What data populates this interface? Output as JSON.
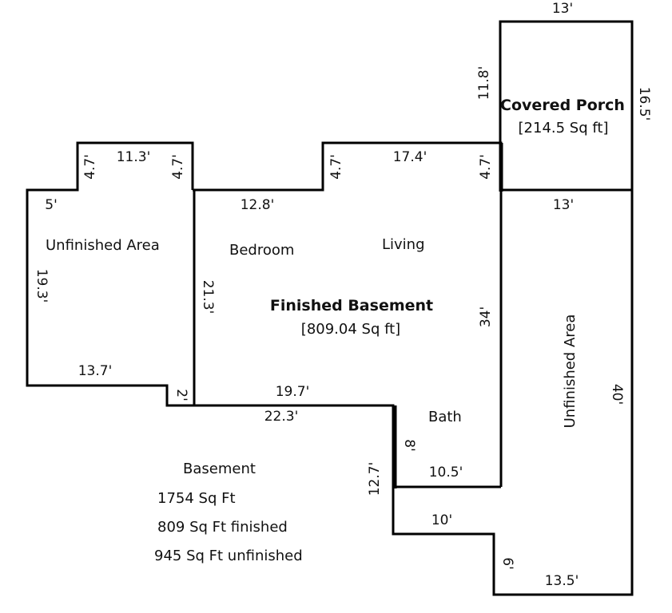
{
  "plan": {
    "rooms": {
      "unfinished_left": "Unfinished Area",
      "bedroom": "Bedroom",
      "living": "Living",
      "bath": "Bath",
      "unfinished_right": "Unfinished Area"
    },
    "finished": {
      "title": "Finished Basement",
      "area": "[809.04 Sq ft]"
    },
    "porch": {
      "title": "Covered Porch",
      "area": "[214.5 Sq ft]"
    },
    "summary": {
      "title": "Basement",
      "total": "1754 Sq Ft",
      "finished": "809 Sq Ft finished",
      "unfinished": "945 Sq Ft unfinished"
    },
    "dimensions": {
      "porch_top": "13'",
      "porch_left": "11.8'",
      "porch_right": "16.5'",
      "porch_bottom": "13'",
      "left_notch_top": "11.3'",
      "left_notch_left": "4.7'",
      "left_notch_right": "4.7'",
      "left_top": "5'",
      "left_side": "19.3'",
      "left_bottom": "13.7'",
      "step_2": "2'",
      "center_notch_left": "4.7'",
      "center_notch_top": "17.4'",
      "center_notch_right": "4.7'",
      "bedroom_top": "12.8'",
      "bedroom_side": "21.3'",
      "right_inner": "34'",
      "right_outer": "40'",
      "mid_19_7": "19.7'",
      "mid_22_3": "22.3'",
      "bath_8": "8'",
      "step_12_7": "12.7'",
      "bath_10_5": "10.5'",
      "lower_10": "10'",
      "lower_6": "6'",
      "bottom_13_5": "13.5'"
    }
  }
}
